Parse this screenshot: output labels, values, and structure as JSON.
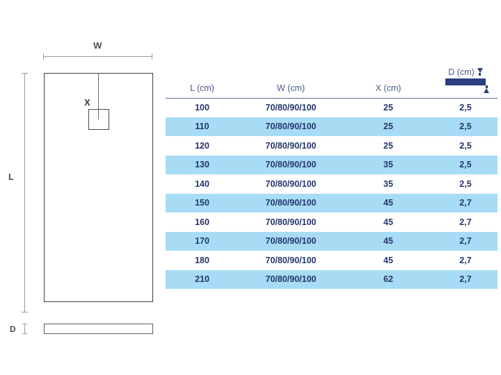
{
  "diagram": {
    "width_label": "W",
    "length_label": "L",
    "drain_offset_label": "X",
    "depth_label": "D",
    "icons": {
      "top_view": "rectangle-tray-outline",
      "drain": "square-drain-outline",
      "side_profile": "thin-rectangle-profile",
      "w_dimension": "horizontal-dimension-line",
      "l_dimension": "vertical-dimension-line",
      "d_dimension": "vertical-dimension-tick"
    }
  },
  "table": {
    "columns": [
      {
        "key": "l",
        "header": "L (cm)"
      },
      {
        "key": "w",
        "header": "W (cm)"
      },
      {
        "key": "x",
        "header": "X (cm)"
      },
      {
        "key": "d",
        "header": "D (cm)"
      }
    ],
    "depth_header": {
      "label": "D (cm)",
      "bar_icon": "thickness-bar-icon",
      "arrow_top_icon": "arrow-down-icon",
      "arrow_bottom_icon": "arrow-up-icon"
    },
    "rows": [
      {
        "l": "100",
        "w": "70/80/90/100",
        "x": "25",
        "d": "2,5"
      },
      {
        "l": "110",
        "w": "70/80/90/100",
        "x": "25",
        "d": "2,5"
      },
      {
        "l": "120",
        "w": "70/80/90/100",
        "x": "25",
        "d": "2,5"
      },
      {
        "l": "130",
        "w": "70/80/90/100",
        "x": "35",
        "d": "2,5"
      },
      {
        "l": "140",
        "w": "70/80/90/100",
        "x": "35",
        "d": "2,5"
      },
      {
        "l": "150",
        "w": "70/80/90/100",
        "x": "45",
        "d": "2,7"
      },
      {
        "l": "160",
        "w": "70/80/90/100",
        "x": "45",
        "d": "2,7"
      },
      {
        "l": "170",
        "w": "70/80/90/100",
        "x": "45",
        "d": "2,7"
      },
      {
        "l": "180",
        "w": "70/80/90/100",
        "x": "45",
        "d": "2,7"
      },
      {
        "l": "210",
        "w": "70/80/90/100",
        "x": "62",
        "d": "2,7"
      }
    ]
  },
  "colors": {
    "header_text": "#4a5a8c",
    "cell_text": "#23356b",
    "stripe": "#a8dcf5",
    "accent_bar": "#2b3e7e",
    "line": "#9a9a9a",
    "outline": "#3e3e3e"
  }
}
